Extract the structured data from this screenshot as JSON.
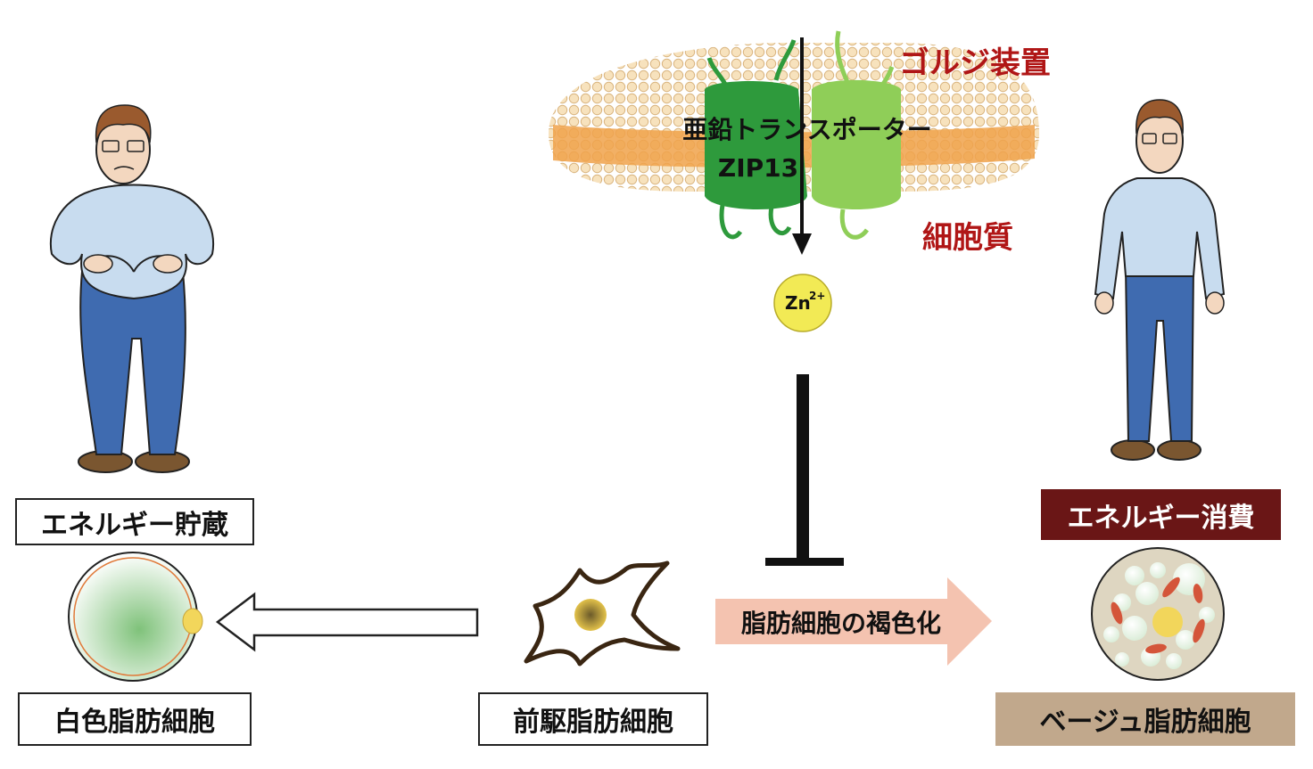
{
  "labels": {
    "golgi": "ゴルジ装置",
    "cytoplasm": "細胞質",
    "transporter_line1": "亜鉛トランスポーター",
    "transporter_line2": "ZIP13",
    "zinc_ion": "Zn",
    "zinc_charge": "2+",
    "energy_storage": "エネルギー貯蔵",
    "energy_consumption": "エネルギー消費",
    "white_adipocyte": "白色脂肪細胞",
    "preadipocyte": "前駆脂肪細胞",
    "browning": "脂肪細胞の褐色化",
    "beige_adipocyte": "ベージュ脂肪細胞"
  },
  "colors": {
    "golgi_label": "#b01616",
    "energy_consumption_bg": "#6a1616",
    "beige_label_bg": "#c1a88c",
    "membrane_heads": "#f3d9b0",
    "membrane_core": "#f0a24a",
    "protein_dark": "#2e9a3c",
    "protein_light": "#8fce58",
    "zinc": "#f2ea55",
    "browning_arrow": "#f4c3b0",
    "shirt": "#c8dcef",
    "pants": "#3f6bb0",
    "shoes": "#7a5630",
    "mitochondria": "#d4553a",
    "lipid_core": "#f2d65b"
  }
}
